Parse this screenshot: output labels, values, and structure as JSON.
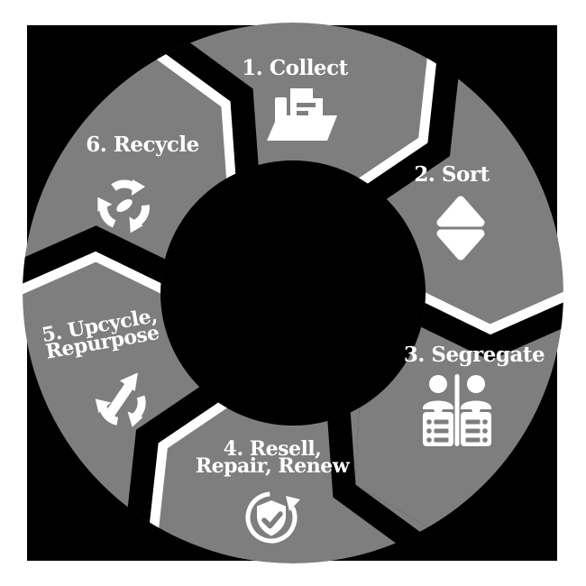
{
  "colors": {
    "page_background": "#ffffff",
    "panel_background": "#000000",
    "segment_gray": "#7e7e7e",
    "label_white": "#ffffff"
  },
  "diagram": {
    "type": "cycle",
    "direction": "clockwise",
    "segments": [
      {
        "step": 1,
        "label": "1. Collect",
        "icon": "folder-documents-icon"
      },
      {
        "step": 2,
        "label": "2. Sort",
        "icon": "sort-arrows-icon"
      },
      {
        "step": 3,
        "label": "3. Segregate",
        "icon": "segregate-people-icon"
      },
      {
        "step": 4,
        "label_lines": [
          "4. Resell,",
          "Repair, Renew"
        ],
        "icon": "shield-check-refresh-icon"
      },
      {
        "step": 5,
        "label_lines": [
          "5. Upcycle,",
          "Repurpose"
        ],
        "icon": "upcycle-arrows-icon"
      },
      {
        "step": 6,
        "label": "6. Recycle",
        "icon": "recycle-icon"
      }
    ]
  }
}
